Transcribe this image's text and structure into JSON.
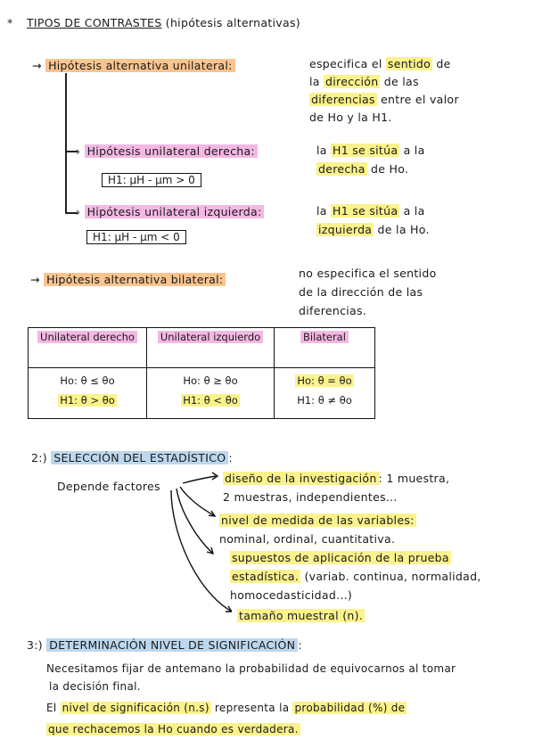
{
  "section1": {
    "bullet": "*",
    "title": "TIPOS DE CONTRASTES",
    "title_note": "(hipótesis alternativas)"
  },
  "unilateral": {
    "label": "Hipótesis alternativa unilateral:",
    "desc_lines": [
      "especifica el sentido de",
      "la dirección de las",
      "diferencias entre el valor",
      "de Ho y la H1."
    ]
  },
  "derecha": {
    "label": "Hipótesis unilateral derecha:",
    "desc_lines": [
      "la H1 se sitúa a la",
      "derecha de Ho."
    ],
    "formula": "H1: μH - μm > 0"
  },
  "izquierda": {
    "label": "Hipótesis unilateral izquierda:",
    "desc_lines": [
      "la H1 se sitúa a la",
      "izquierda de la Ho."
    ],
    "formula": "H1: μH - μm < 0"
  },
  "bilateral": {
    "label": "Hipótesis alternativa bilateral:",
    "desc_lines": [
      "no especifica el sentido",
      "de la dirección de las",
      "diferencias."
    ]
  },
  "table": {
    "headers": [
      "Unilateral derecho",
      "Unilateral izquierdo",
      "Bilateral"
    ],
    "h0": [
      "Ho: θ ≤ θo",
      "Ho: θ ≥ θo",
      "Ho: θ = θo"
    ],
    "h1": [
      "H1: θ > θo",
      "H1: θ < θo",
      "H1: θ ≠ θo"
    ]
  },
  "section2": {
    "title": "2:) SELECCIÓN DEL ESTADÍSTICO:",
    "depends": "Depende factores",
    "items": [
      [
        "diseño de la investigación: 1 muestra,",
        "2 muestras, independientes..."
      ],
      [
        "nivel de medida de las variables:",
        "nominal, ordinal, cuantitativa."
      ],
      [
        "supuestos de aplicación de la prueba",
        "estadística. (variab. continua, normalidad,",
        "homocedasticidad...)"
      ],
      [
        "tamaño muestral (n)."
      ]
    ]
  },
  "section3": {
    "title": "3:) DETERMINACIÓN NIVEL DE SIGNIFICACIÓN:",
    "lines": [
      "Necesitamos fijar de antemano la probabilidad de equivocarnos al tomar",
      "la decisión final.",
      "El nivel de significación (n.s) representa la probabilidad (%) de",
      "que rechacemos la Ho cuando es verdadera."
    ]
  }
}
